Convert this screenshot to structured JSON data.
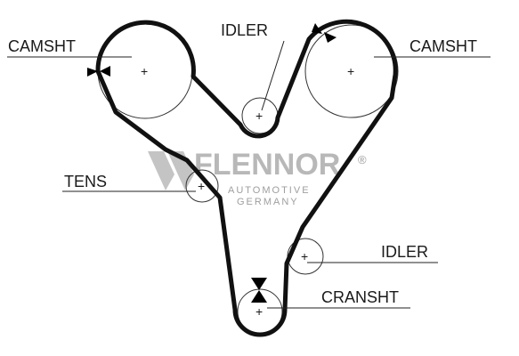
{
  "labels": {
    "camshaft_left": "CAMSHT",
    "camshaft_right": "CAMSHT",
    "idler_top": "IDLER",
    "idler_right": "IDLER",
    "tensioner": "TENS",
    "crankshaft": "CRANSHT"
  },
  "watermark": {
    "brand": "FLENNOR",
    "registered": "®",
    "line1": "AUTOMOTIVE",
    "line2": "GERMANY"
  },
  "center_mark": "+",
  "colors": {
    "belt": "#111111",
    "pulley": "#333333",
    "text": "#1a1a1a",
    "watermark": "#7d7d7d"
  }
}
